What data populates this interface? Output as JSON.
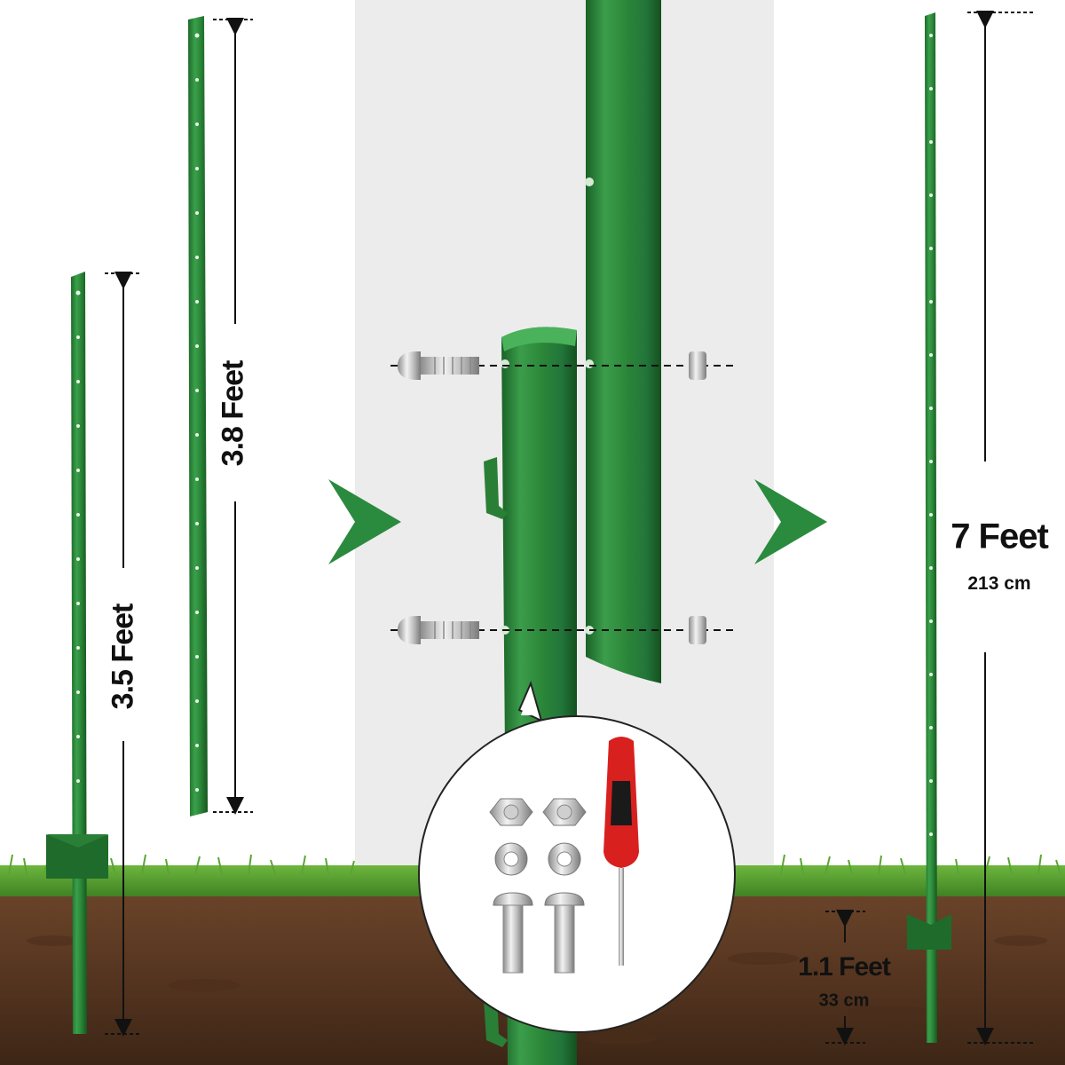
{
  "colors": {
    "post_green": "#2f8a3c",
    "post_dark": "#1f6b2b",
    "arrow_green": "#2a8a3e",
    "grass": "#4f9a2f",
    "soil": "#5a3a24",
    "panel_gray": "#ececec"
  },
  "labels": {
    "left_post_height": "3.5 Feet",
    "middle_post_height": "3.8 Feet",
    "assembled_height": "7 Feet",
    "assembled_height_metric": "213 cm",
    "buried_depth": "1.1 Feet",
    "buried_depth_metric": "33 cm"
  },
  "hardware_kit": {
    "nuts": 2,
    "washers": 2,
    "bolts": 2,
    "tool": "screwdriver-icon"
  },
  "icons": [
    "arrow-right-icon",
    "bolt-icon",
    "nut-icon",
    "washer-icon",
    "screwdriver-icon"
  ]
}
